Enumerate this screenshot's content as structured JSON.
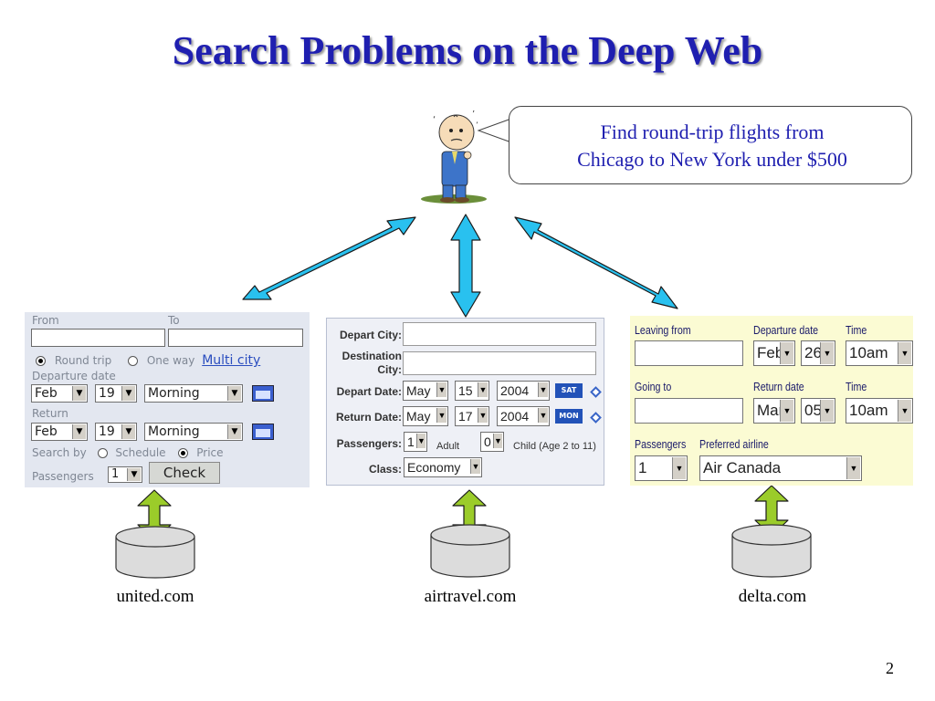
{
  "slide": {
    "title": "Search Problems on the Deep Web",
    "page_number": "2",
    "query_bubble": {
      "line1": "Find round-trip flights from",
      "line2": "Chicago to New York under $500"
    },
    "sites": [
      "united.com",
      "airtravel.com",
      "delta.com"
    ]
  },
  "united": {
    "from_label": "From",
    "to_label": "To",
    "round_trip": "Round trip",
    "one_way": "One way",
    "multi_city": "Multi city",
    "departure_date_label": "Departure date",
    "dep_month": "Feb",
    "dep_day": "19",
    "dep_time": "Morning",
    "return_label": "Return",
    "ret_month": "Feb",
    "ret_day": "19",
    "ret_time": "Morning",
    "search_by_label": "Search by",
    "schedule": "Schedule",
    "price": "Price",
    "passengers_label": "Passengers",
    "passengers_value": "1",
    "check_button": "Check"
  },
  "airtravel": {
    "depart_city_label": "Depart City:",
    "destination_label_1": "Destination",
    "destination_label_2": "City:",
    "depart_date_label": "Depart Date:",
    "dep_month": "May",
    "dep_day": "15",
    "dep_year": "2004",
    "dep_weekday": "SAT",
    "return_date_label": "Return Date:",
    "ret_month": "May",
    "ret_day": "17",
    "ret_year": "2004",
    "ret_weekday": "MON",
    "passengers_label": "Passengers:",
    "adult_value": "1",
    "adult_label": "Adult",
    "child_value": "0",
    "child_label": "Child (Age 2 to 11)",
    "class_label": "Class:",
    "class_value": "Economy"
  },
  "delta": {
    "leaving_from_label": "Leaving from",
    "departure_date_label": "Departure date",
    "time_label_1": "Time",
    "dep_month": "Feb",
    "dep_day": "26",
    "dep_time": "10am",
    "going_to_label": "Going to",
    "return_date_label": "Return date",
    "time_label_2": "Time",
    "ret_month": "Mar",
    "ret_day": "05",
    "ret_time": "10am",
    "passengers_label": "Passengers",
    "preferred_airline_label": "Preferred airline",
    "passengers_value": "1",
    "airline_value": "Air Canada"
  },
  "colors": {
    "title": "#1f1fb0",
    "blue_arrow": "#29c1ef",
    "green_arrow": "#9bcc2a",
    "database": "#dcdcdc"
  }
}
